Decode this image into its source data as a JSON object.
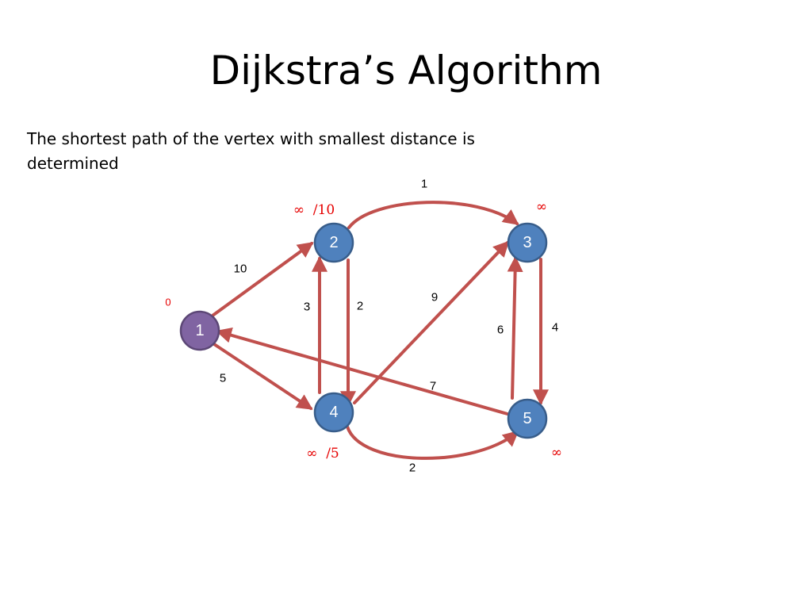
{
  "slide": {
    "title": "Dijkstra’s Algorithm",
    "subtitle": "The shortest path of the vertex with smallest distance is determined"
  },
  "colors": {
    "edge": "#c0504d",
    "node_fill": "#4f81bd",
    "node_stroke": "#385d8a",
    "source_fill": "#8064a2",
    "source_stroke": "#5c4776",
    "distance_text": "#e60000"
  },
  "graph": {
    "nodes": [
      {
        "id": "1",
        "label": "1",
        "distance": "0",
        "source": true
      },
      {
        "id": "2",
        "label": "2",
        "distance": "∞  /10"
      },
      {
        "id": "3",
        "label": "3",
        "distance": "∞"
      },
      {
        "id": "4",
        "label": "4",
        "distance": "∞  /5"
      },
      {
        "id": "5",
        "label": "5",
        "distance": "∞"
      }
    ],
    "edges": [
      {
        "from": "1",
        "to": "2",
        "weight": "10"
      },
      {
        "from": "1",
        "to": "4",
        "weight": "5"
      },
      {
        "from": "2",
        "to": "3",
        "weight": "1"
      },
      {
        "from": "2",
        "to": "4",
        "weight": "2"
      },
      {
        "from": "4",
        "to": "2",
        "weight": "3"
      },
      {
        "from": "4",
        "to": "3",
        "weight": "9"
      },
      {
        "from": "3",
        "to": "5",
        "weight": "4"
      },
      {
        "from": "5",
        "to": "3",
        "weight": "6"
      },
      {
        "from": "5",
        "to": "1",
        "weight": "7"
      },
      {
        "from": "4",
        "to": "5",
        "weight": "2"
      }
    ]
  }
}
